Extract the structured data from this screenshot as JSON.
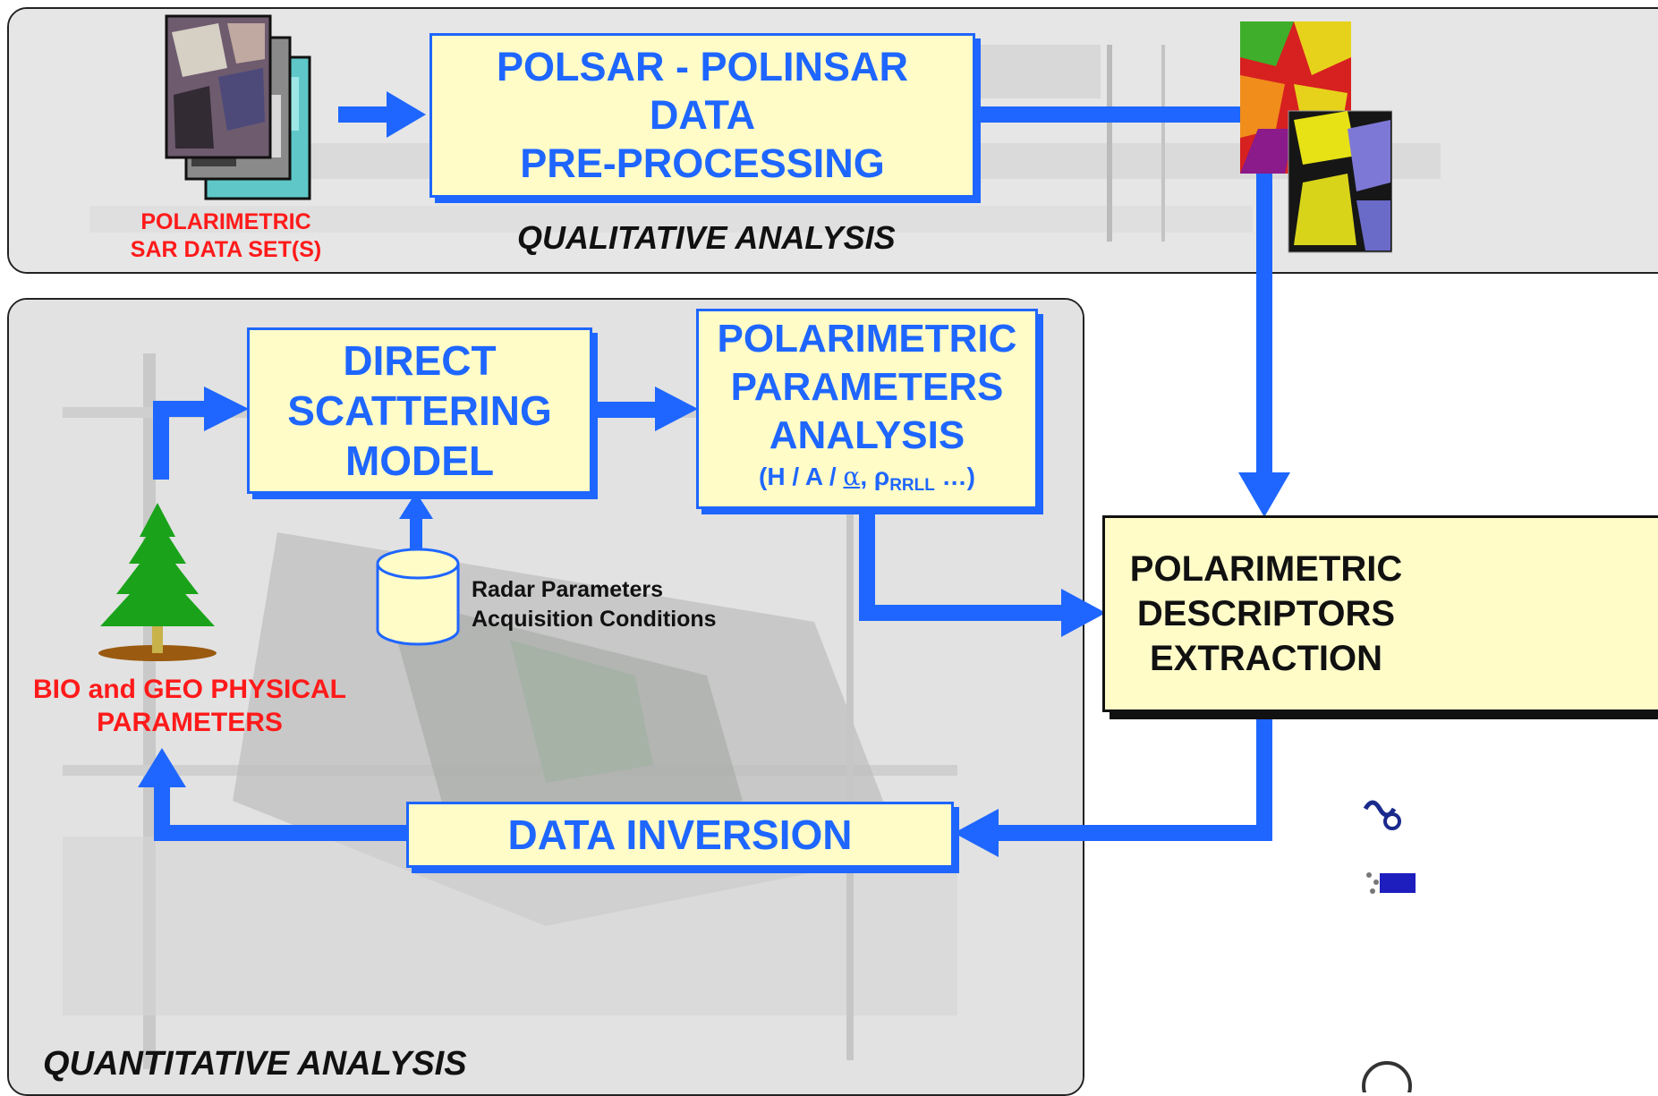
{
  "top": {
    "input_label_line1": "POLARIMETRIC",
    "input_label_line2": "SAR DATA SET(S)",
    "preprocess_line1": "POLSAR - POLINSAR",
    "preprocess_line2": "DATA",
    "preprocess_line3": "PRE-PROCESSING",
    "section_label": "QUALITATIVE ANALYSIS"
  },
  "bottom": {
    "model_line1": "DIRECT",
    "model_line2": "SCATTERING",
    "model_line3": "MODEL",
    "analysis_line1": "POLARIMETRIC",
    "analysis_line2": "PARAMETERS",
    "analysis_line3": "ANALYSIS",
    "analysis_sub_prefix": "(H / A / ",
    "analysis_sub_alpha": "α",
    "analysis_sub_sep": ", ρ",
    "analysis_sub_subscript": "RRLL",
    "analysis_sub_suffix": " …)",
    "db_label_line1": "Radar Parameters",
    "db_label_line2": "Acquisition Conditions",
    "bio_label_line1": "BIO and GEO PHYSICAL",
    "bio_label_line2": "PARAMETERS",
    "inversion": "DATA INVERSION",
    "section_label": "QUANTITATIVE ANALYSIS"
  },
  "descriptors": {
    "line1": "POLARIMETRIC",
    "line2": "DESCRIPTORS",
    "line3": "EXTRACTION"
  },
  "colors": {
    "flow_blue": "#1e66ff",
    "box_fill": "#fffcc8",
    "label_red": "#ff1a1a"
  }
}
